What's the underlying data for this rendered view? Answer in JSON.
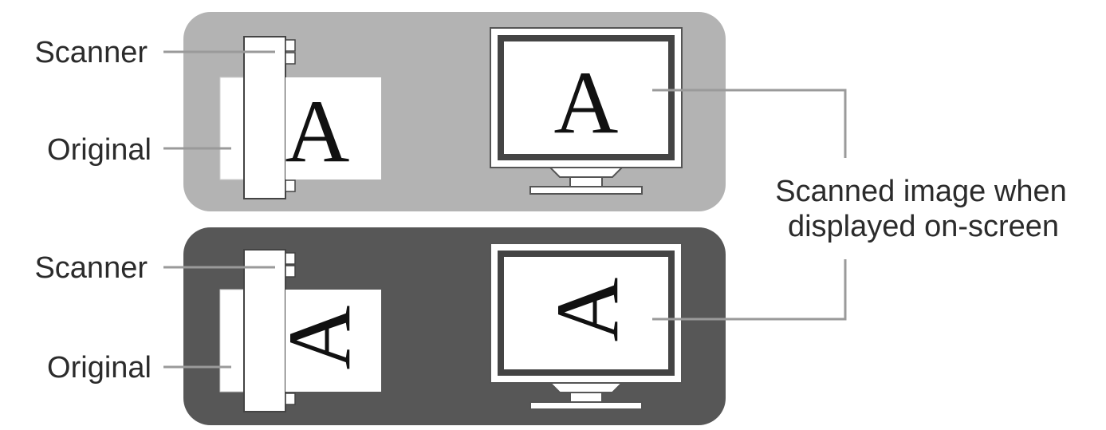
{
  "panels": [
    {
      "variant": "correct-orientation",
      "background": "#b3b3b3",
      "scanner_label": "Scanner",
      "original_label": "Original",
      "page_letter": "A",
      "screen_letter": "A",
      "letter_rotation_deg": 0
    },
    {
      "variant": "rotated-orientation",
      "background": "#575757",
      "scanner_label": "Scanner",
      "original_label": "Original",
      "page_letter": "A",
      "screen_letter": "A",
      "letter_rotation_deg": -90
    }
  ],
  "callout": {
    "line1": "Scanned image when",
    "line2": "displayed on-screen"
  }
}
